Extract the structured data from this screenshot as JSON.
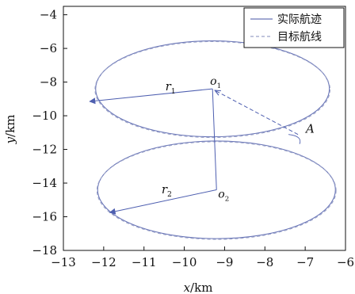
{
  "chart_data": {
    "type": "line",
    "title": "",
    "xlabel_var": "x",
    "xlabel_unit": "/km",
    "ylabel_var": "y",
    "ylabel_unit": "/km",
    "xlim": [
      -13,
      -6
    ],
    "ylim": [
      -18,
      -3.5
    ],
    "x_ticks": [
      -13,
      -12,
      -11,
      -10,
      -9,
      -8,
      -7,
      -6
    ],
    "y_ticks": [
      -18,
      -16,
      -14,
      -12,
      -10,
      -8,
      -6,
      -4
    ],
    "x_tick_labels": [
      "−13",
      "−12",
      "−11",
      "−10",
      "−9",
      "−8",
      "−7",
      "−6"
    ],
    "y_tick_labels": [
      "−18",
      "−16",
      "−14",
      "−12",
      "−10",
      "−8",
      "−6",
      "−4"
    ],
    "grid": false,
    "legend_position": "top-right",
    "series": [
      {
        "name": "实际航迹",
        "style": "solid",
        "color": "#6a76b8",
        "ellipses": [
          {
            "cx": -9.3,
            "cy": -8.4,
            "rx": 2.9,
            "ry": 2.85
          },
          {
            "cx": -9.2,
            "cy": -14.4,
            "rx": 2.95,
            "ry": 2.9
          }
        ]
      },
      {
        "name": "目标航线",
        "style": "dashed",
        "color": "#9aa2c8",
        "ellipses": [
          {
            "cx": -9.3,
            "cy": -8.4,
            "rx": 2.9,
            "ry": 2.85
          },
          {
            "cx": -9.2,
            "cy": -14.4,
            "rx": 2.95,
            "ry": 2.9
          }
        ]
      }
    ],
    "annotations": {
      "o1": {
        "label": "o",
        "sub": "1",
        "x": -9.3,
        "y": -8.4
      },
      "o2": {
        "label": "o",
        "sub": "2",
        "x": -9.2,
        "y": -14.4
      },
      "A": {
        "label": "A",
        "x": -7.1,
        "y": -11.3
      },
      "r1": {
        "label": "r",
        "sub": "1"
      },
      "r2": {
        "label": "r",
        "sub": "2"
      },
      "r1_end": {
        "x": -12.35,
        "y": -9.15
      },
      "r2_end": {
        "x": -11.85,
        "y": -15.75
      }
    },
    "colors": {
      "trajectory": "#6a76b8",
      "arrow": "#4e5fb0",
      "axis": "#111111"
    }
  }
}
